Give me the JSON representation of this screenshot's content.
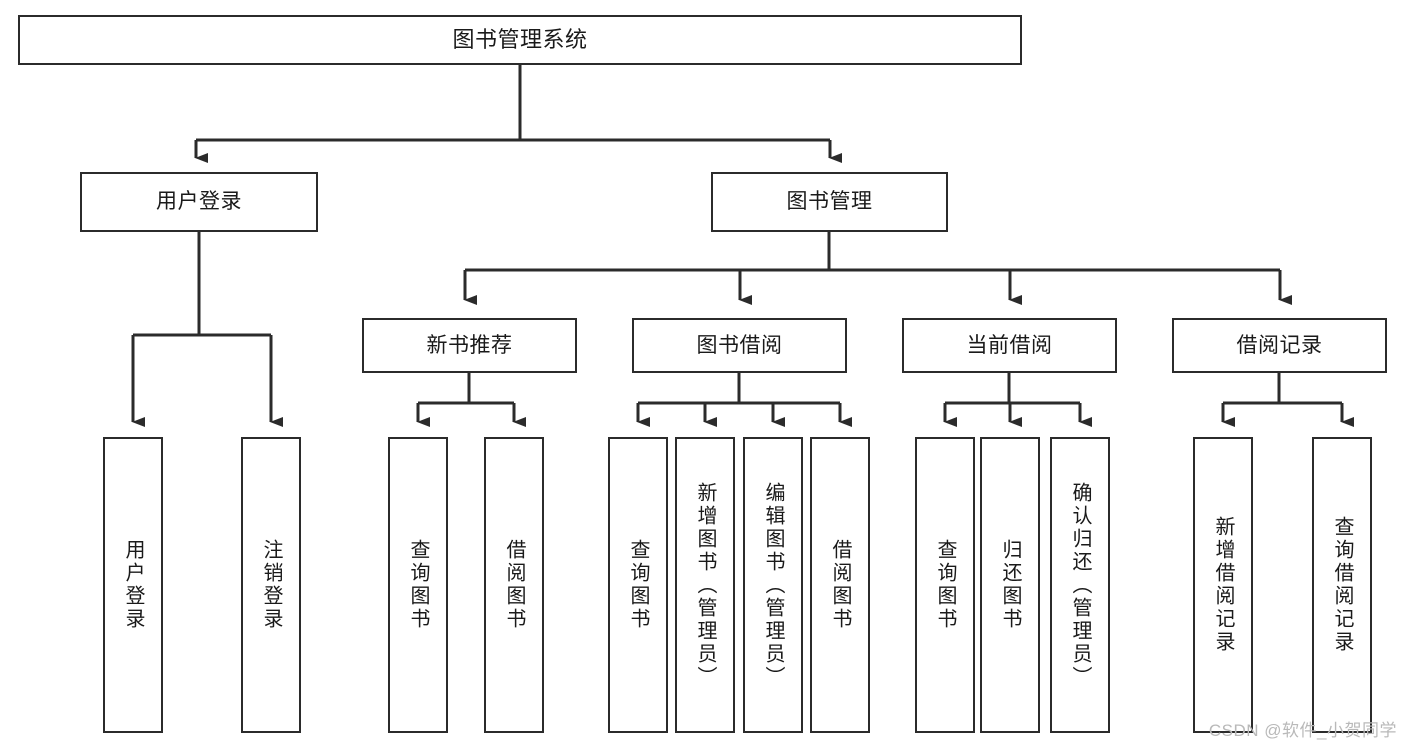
{
  "diagram": {
    "title": "图书管理系统",
    "type": "hierarchy-tree",
    "orientation": "top-down",
    "levels": 4,
    "root": {
      "label": "图书管理系统"
    },
    "level2": [
      {
        "label": "用户登录"
      },
      {
        "label": "图书管理"
      }
    ],
    "level3": [
      {
        "label": "新书推荐"
      },
      {
        "label": "图书借阅"
      },
      {
        "label": "当前借阅"
      },
      {
        "label": "借阅记录"
      }
    ],
    "leaves": {
      "user_login": [
        {
          "label": "用户登录"
        },
        {
          "label": "注销登录"
        }
      ],
      "new_book_recommend": [
        {
          "label": "查询图书"
        },
        {
          "label": "借阅图书"
        }
      ],
      "book_borrow": [
        {
          "label": "查询图书"
        },
        {
          "label": "新增图书（管理员）"
        },
        {
          "label": "编辑图书（管理员）"
        },
        {
          "label": "借阅图书"
        }
      ],
      "current_borrow": [
        {
          "label": "查询图书"
        },
        {
          "label": "归还图书"
        },
        {
          "label": "确认归还（管理员）"
        }
      ],
      "borrow_record": [
        {
          "label": "新增借阅记录"
        },
        {
          "label": "查询借阅记录"
        }
      ]
    }
  },
  "watermark": {
    "text": "CSDN @软件_小贺同学"
  },
  "colors": {
    "stroke": "#2b2b2b",
    "background": "#ffffff",
    "text": "#1a1a1a",
    "watermark": "#b9b9b9"
  }
}
